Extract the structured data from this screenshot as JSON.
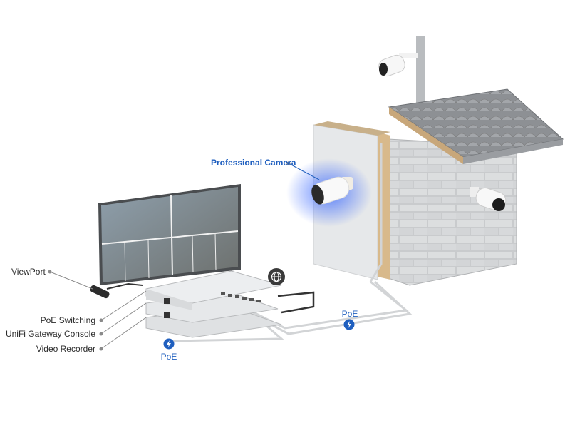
{
  "labels": {
    "viewport": "ViewPort",
    "poe_switching": "PoE Switching",
    "gateway_console": "UniFi Gateway Console",
    "video_recorder": "Video Recorder",
    "professional_camera": "Professional Camera",
    "poe_left": "PoE",
    "poe_right": "PoE"
  },
  "colors": {
    "accent": "#1f5fbf",
    "cable": "#d9d9d9",
    "device": "#e2e4e6"
  },
  "icons": [
    "globe-icon",
    "lightning-icon"
  ]
}
